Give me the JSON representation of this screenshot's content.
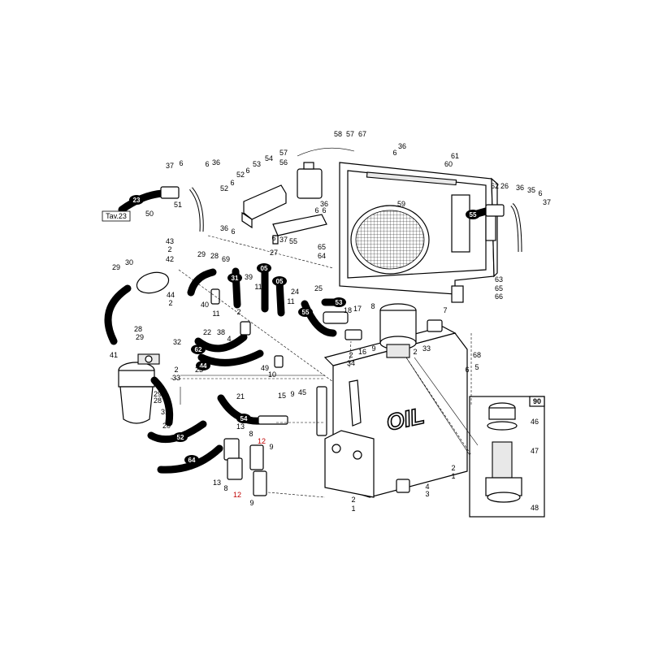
{
  "diagram": {
    "tank_label": "OIL",
    "detail_box_tag": "90",
    "reference_tag": "Tav.23",
    "callouts": [
      {
        "id": "c58",
        "text": "58",
        "red": false
      },
      {
        "id": "c57a",
        "text": "57",
        "red": false
      },
      {
        "id": "c67",
        "text": "67",
        "red": false
      },
      {
        "id": "c36a",
        "text": "36",
        "red": false
      },
      {
        "id": "c6a",
        "text": "6",
        "red": false
      },
      {
        "id": "c57b",
        "text": "57",
        "red": false
      },
      {
        "id": "c56",
        "text": "56",
        "red": false
      },
      {
        "id": "c54",
        "text": "54",
        "red": false
      },
      {
        "id": "c61",
        "text": "61",
        "red": false
      },
      {
        "id": "c60",
        "text": "60",
        "red": false
      },
      {
        "id": "c62",
        "text": "62",
        "red": false
      },
      {
        "id": "c26a",
        "text": "26",
        "red": false
      },
      {
        "id": "c36b",
        "text": "36",
        "red": false
      },
      {
        "id": "c35",
        "text": "35",
        "red": false
      },
      {
        "id": "c6b",
        "text": "6",
        "red": false
      },
      {
        "id": "c37a",
        "text": "37",
        "red": false
      },
      {
        "id": "c37b",
        "text": "37",
        "red": false
      },
      {
        "id": "c6c",
        "text": "6",
        "red": false
      },
      {
        "id": "c36c",
        "text": "36",
        "red": false
      },
      {
        "id": "c6d",
        "text": "6",
        "red": false
      },
      {
        "id": "c53",
        "text": "53",
        "red": false
      },
      {
        "id": "c52a",
        "text": "52",
        "red": false
      },
      {
        "id": "c6e",
        "text": "6",
        "red": false
      },
      {
        "id": "c52b",
        "text": "52",
        "red": false
      },
      {
        "id": "c6f",
        "text": "6",
        "red": false
      },
      {
        "id": "c6g",
        "text": "6",
        "red": false
      },
      {
        "id": "c36d",
        "text": "36",
        "red": false
      },
      {
        "id": "c6h",
        "text": "6",
        "red": false
      },
      {
        "id": "c59",
        "text": "59",
        "red": false
      },
      {
        "id": "c51",
        "text": "51",
        "red": false
      },
      {
        "id": "c50",
        "text": "50",
        "red": false
      },
      {
        "id": "c36e",
        "text": "36",
        "red": false
      },
      {
        "id": "c6i",
        "text": "6",
        "red": false
      },
      {
        "id": "c37c",
        "text": "37",
        "red": false
      },
      {
        "id": "c55a",
        "text": "55",
        "red": false
      },
      {
        "id": "c6j",
        "text": "6",
        "red": false
      },
      {
        "id": "c65a",
        "text": "65",
        "red": false
      },
      {
        "id": "c64",
        "text": "64",
        "red": false
      },
      {
        "id": "c43",
        "text": "43",
        "red": false
      },
      {
        "id": "c2a",
        "text": "2",
        "red": false
      },
      {
        "id": "c42",
        "text": "42",
        "red": false
      },
      {
        "id": "c29a",
        "text": "29",
        "red": false
      },
      {
        "id": "c28a",
        "text": "28",
        "red": false
      },
      {
        "id": "c69",
        "text": "69",
        "red": false
      },
      {
        "id": "c27",
        "text": "27",
        "red": false
      },
      {
        "id": "c29b",
        "text": "29",
        "red": false
      },
      {
        "id": "c30",
        "text": "30",
        "red": false
      },
      {
        "id": "c39",
        "text": "39",
        "red": false
      },
      {
        "id": "c11a",
        "text": "11",
        "red": false
      },
      {
        "id": "c44",
        "text": "44",
        "red": false
      },
      {
        "id": "c2b",
        "text": "2",
        "red": false
      },
      {
        "id": "c40",
        "text": "40",
        "red": false
      },
      {
        "id": "c24",
        "text": "24",
        "red": false
      },
      {
        "id": "c25",
        "text": "25",
        "red": false
      },
      {
        "id": "c11b",
        "text": "11",
        "red": false
      },
      {
        "id": "c2c",
        "text": "2",
        "red": false
      },
      {
        "id": "c11c",
        "text": "11",
        "red": false
      },
      {
        "id": "c18",
        "text": "18",
        "red": false
      },
      {
        "id": "c17",
        "text": "17",
        "red": false
      },
      {
        "id": "c8a",
        "text": "8",
        "red": false
      },
      {
        "id": "c63",
        "text": "63",
        "red": false
      },
      {
        "id": "c65b",
        "text": "65",
        "red": false
      },
      {
        "id": "c66",
        "text": "66",
        "red": false
      },
      {
        "id": "c7",
        "text": "7",
        "red": false
      },
      {
        "id": "c38",
        "text": "38",
        "red": false
      },
      {
        "id": "c22",
        "text": "22",
        "red": false
      },
      {
        "id": "c4a",
        "text": "4",
        "red": false
      },
      {
        "id": "c28b",
        "text": "28",
        "red": false
      },
      {
        "id": "c29c",
        "text": "29",
        "red": false
      },
      {
        "id": "c32",
        "text": "32",
        "red": false
      },
      {
        "id": "c41",
        "text": "41",
        "red": false
      },
      {
        "id": "c16",
        "text": "16",
        "red": false
      },
      {
        "id": "c9a",
        "text": "9",
        "red": false
      },
      {
        "id": "c2d",
        "text": "2",
        "red": false
      },
      {
        "id": "c33a",
        "text": "33",
        "red": false
      },
      {
        "id": "c2e",
        "text": "2",
        "red": false
      },
      {
        "id": "c34",
        "text": "34",
        "red": false
      },
      {
        "id": "c49",
        "text": "49",
        "red": false
      },
      {
        "id": "c10",
        "text": "10",
        "red": false
      },
      {
        "id": "c68",
        "text": "68",
        "red": false
      },
      {
        "id": "c6k",
        "text": "6",
        "red": false
      },
      {
        "id": "c5",
        "text": "5",
        "red": false
      },
      {
        "id": "c2f",
        "text": "2",
        "red": false
      },
      {
        "id": "c33b",
        "text": "33",
        "red": false
      },
      {
        "id": "c23",
        "text": "23",
        "red": false
      },
      {
        "id": "c29d",
        "text": "29",
        "red": false
      },
      {
        "id": "c28c",
        "text": "28",
        "red": false
      },
      {
        "id": "c31",
        "text": "31",
        "red": false
      },
      {
        "id": "c21",
        "text": "21",
        "red": false
      },
      {
        "id": "c15",
        "text": "15",
        "red": false
      },
      {
        "id": "c9b",
        "text": "9",
        "red": false
      },
      {
        "id": "c45",
        "text": "45",
        "red": false
      },
      {
        "id": "c20",
        "text": "20",
        "red": false
      },
      {
        "id": "c13a",
        "text": "13",
        "red": false
      },
      {
        "id": "c8b",
        "text": "8",
        "red": false
      },
      {
        "id": "c12a",
        "text": "12",
        "red": true
      },
      {
        "id": "c9c",
        "text": "9",
        "red": false
      },
      {
        "id": "c19",
        "text": "19",
        "red": false
      },
      {
        "id": "c13b",
        "text": "13",
        "red": false
      },
      {
        "id": "c8c",
        "text": "8",
        "red": false
      },
      {
        "id": "c12b",
        "text": "12",
        "red": true
      },
      {
        "id": "c9d",
        "text": "9",
        "red": false
      },
      {
        "id": "c46",
        "text": "46",
        "red": false
      },
      {
        "id": "c47",
        "text": "47",
        "red": false
      },
      {
        "id": "c48",
        "text": "48",
        "red": false
      },
      {
        "id": "c2g",
        "text": "2",
        "red": false
      },
      {
        "id": "c1a",
        "text": "1",
        "red": false
      },
      {
        "id": "c4b",
        "text": "4",
        "red": false
      },
      {
        "id": "c3",
        "text": "3",
        "red": false
      },
      {
        "id": "c2h",
        "text": "2",
        "red": false
      },
      {
        "id": "c1b",
        "text": "1",
        "red": false
      }
    ],
    "hose_tags": [
      {
        "id": "h23",
        "text": "23"
      },
      {
        "id": "h55a",
        "text": "55"
      },
      {
        "id": "h31",
        "text": "31"
      },
      {
        "id": "h05a",
        "text": "05"
      },
      {
        "id": "h05b",
        "text": "05"
      },
      {
        "id": "h53",
        "text": "53"
      },
      {
        "id": "h55b",
        "text": "55"
      },
      {
        "id": "h62",
        "text": "62"
      },
      {
        "id": "h44",
        "text": "44"
      },
      {
        "id": "h54",
        "text": "54"
      },
      {
        "id": "h52",
        "text": "52"
      },
      {
        "id": "h64",
        "text": "64"
      }
    ]
  }
}
